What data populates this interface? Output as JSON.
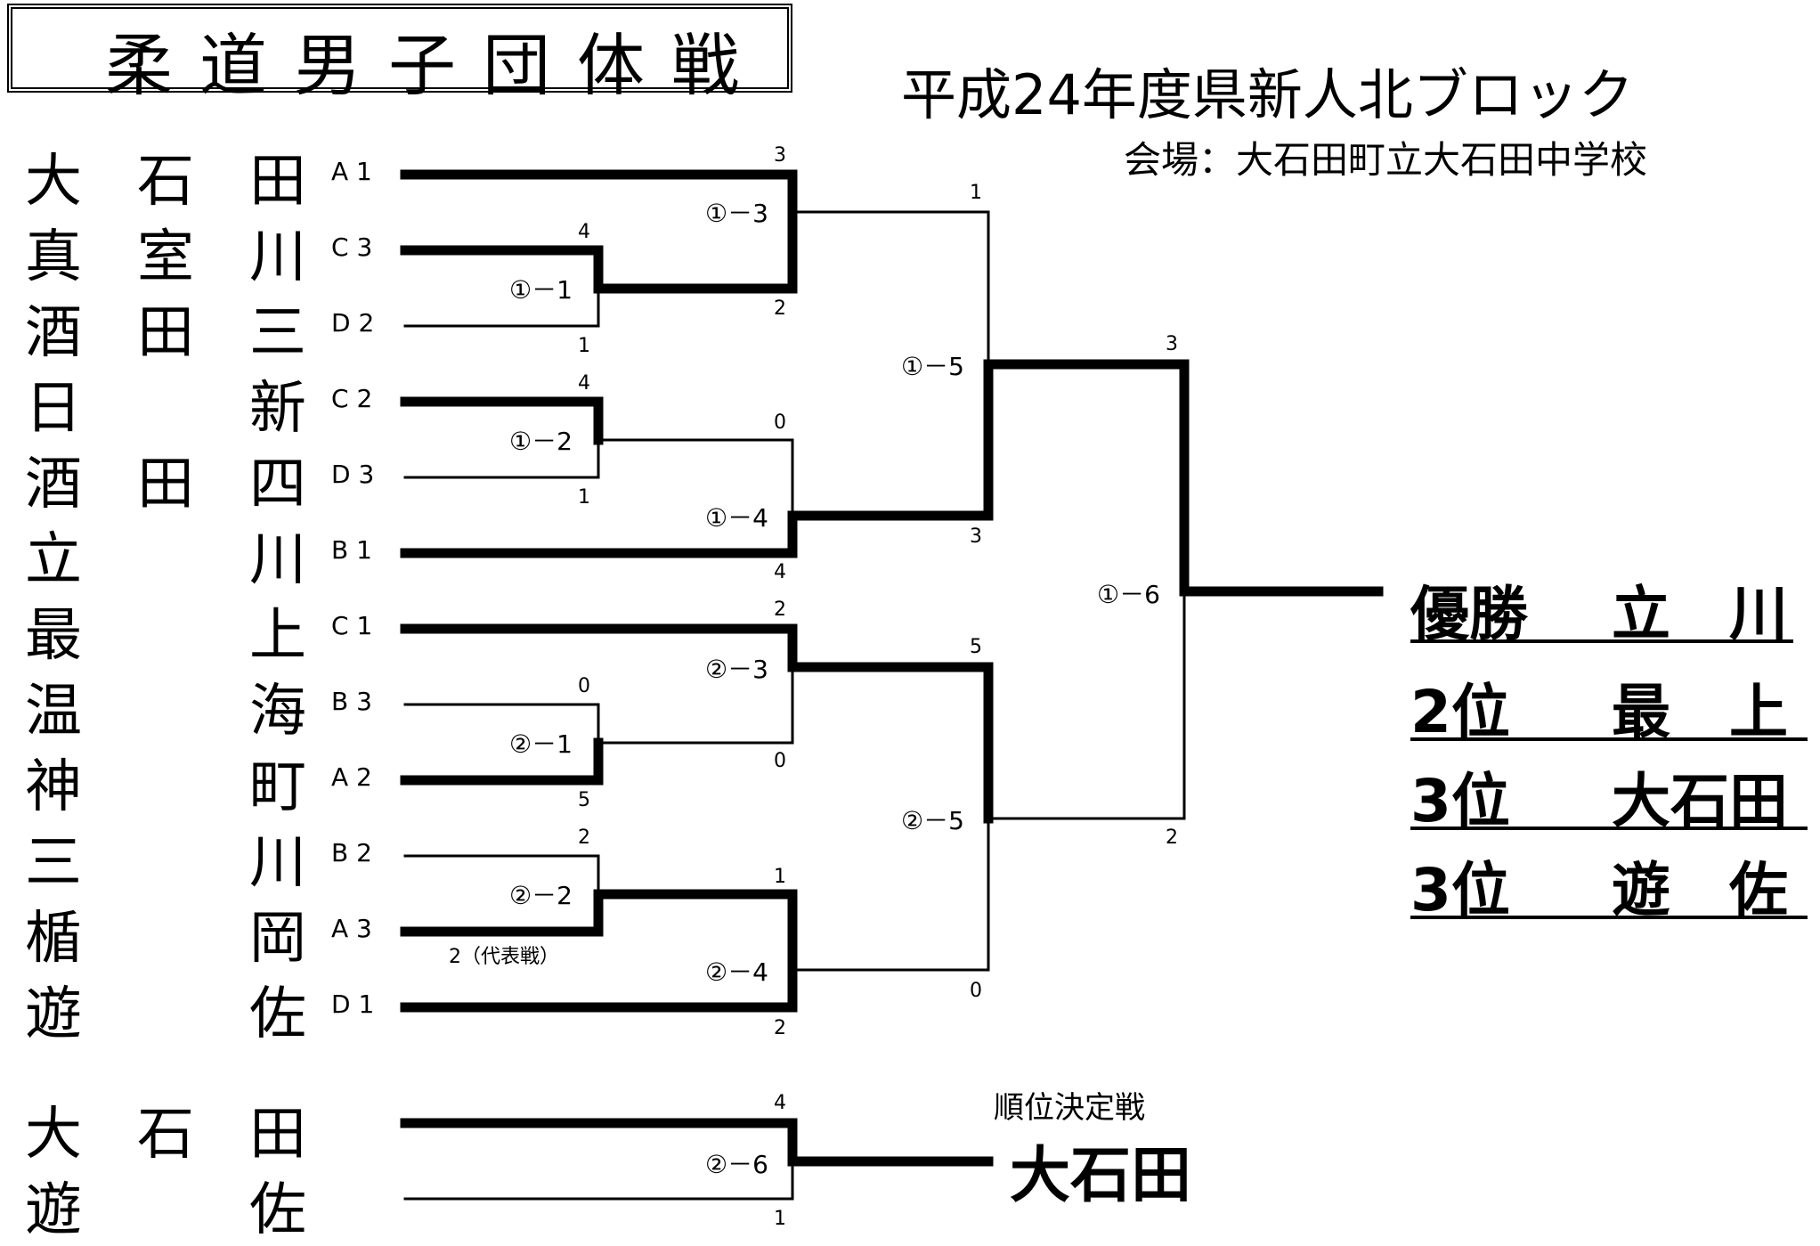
{
  "title": "柔道男子団体戦",
  "subtitle": "平成24年度県新人北ブロック",
  "venue": "会場：大石田町立大石田中学校",
  "teams": [
    {
      "chars": [
        "大",
        "石",
        "田"
      ],
      "seed": "A 1"
    },
    {
      "chars": [
        "真",
        "室",
        "川"
      ],
      "seed": "C 3"
    },
    {
      "chars": [
        "酒",
        "田",
        "三"
      ],
      "seed": "D 2"
    },
    {
      "chars": [
        "日",
        "",
        "新"
      ],
      "seed": "C 2"
    },
    {
      "chars": [
        "酒",
        "田",
        "四"
      ],
      "seed": "D 3"
    },
    {
      "chars": [
        "立",
        "",
        "川"
      ],
      "seed": "B 1"
    },
    {
      "chars": [
        "最",
        "",
        "上"
      ],
      "seed": "C 1"
    },
    {
      "chars": [
        "温",
        "",
        "海"
      ],
      "seed": "B 3"
    },
    {
      "chars": [
        "神",
        "",
        "町"
      ],
      "seed": "A 2"
    },
    {
      "chars": [
        "三",
        "",
        "川"
      ],
      "seed": "B 2"
    },
    {
      "chars": [
        "楯",
        "",
        "岡"
      ],
      "seed": "A 3"
    },
    {
      "chars": [
        "遊",
        "",
        "佐"
      ],
      "seed": "D 1"
    }
  ],
  "placement_teams": [
    {
      "chars": [
        "大",
        "石",
        "田"
      ]
    },
    {
      "chars": [
        "遊",
        "",
        "佐"
      ]
    }
  ],
  "matches": [
    {
      "id": "①－1",
      "scores": [
        "4",
        "1"
      ]
    },
    {
      "id": "①－2",
      "scores": [
        "4",
        "1"
      ]
    },
    {
      "id": "①－3",
      "scores": [
        "3",
        "2"
      ]
    },
    {
      "id": "①－4",
      "scores": [
        "0",
        "4"
      ]
    },
    {
      "id": "①－5",
      "scores": [
        "1",
        "3"
      ]
    },
    {
      "id": "②－1",
      "scores": [
        "0",
        "5"
      ]
    },
    {
      "id": "②－2",
      "scores": [
        "2",
        "2（代表戦）"
      ]
    },
    {
      "id": "②－3",
      "scores": [
        "2",
        "0"
      ]
    },
    {
      "id": "②－4",
      "scores": [
        "1",
        "2"
      ]
    },
    {
      "id": "②－5",
      "scores": [
        "5",
        "0"
      ]
    },
    {
      "id": "①－6",
      "scores": [
        "3",
        "2"
      ]
    },
    {
      "id": "②－6",
      "scores": [
        "4",
        "1"
      ]
    }
  ],
  "placement": {
    "label": "順位決定戦",
    "winner": "大石田"
  },
  "results": [
    {
      "rank": "優勝",
      "team": "立　川"
    },
    {
      "rank": "2位",
      "team": "最　上"
    },
    {
      "rank": "3位",
      "team": "大石田"
    },
    {
      "rank": "3位",
      "team": "遊　佐"
    }
  ]
}
